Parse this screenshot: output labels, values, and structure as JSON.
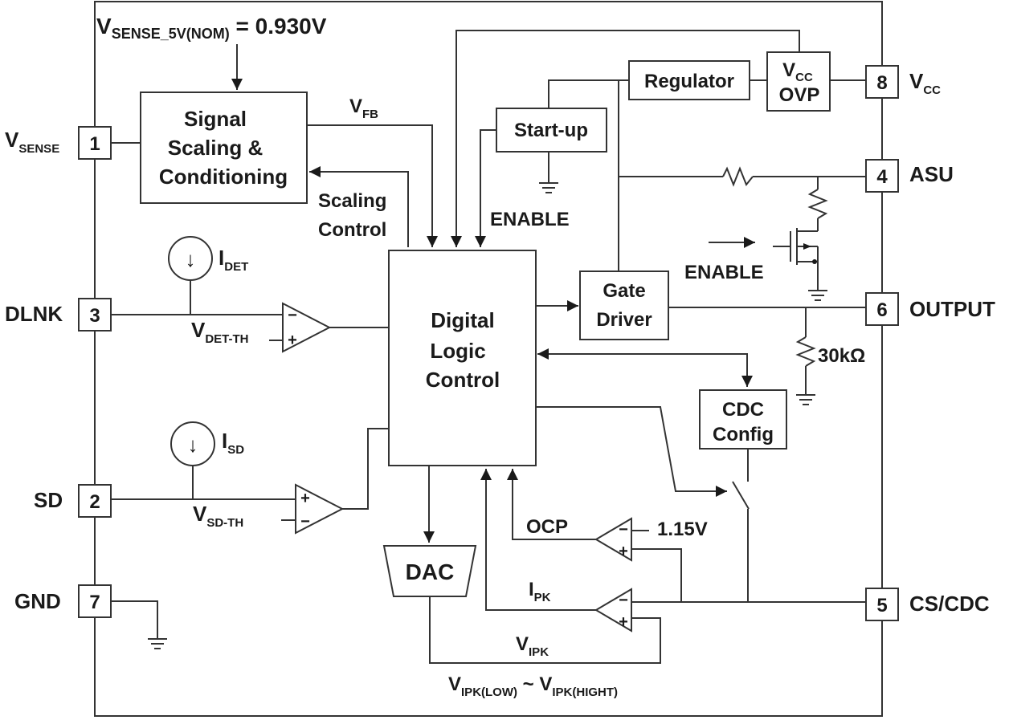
{
  "header": {
    "main": "V",
    "sub": "SENSE_5V(NOM)",
    "tail": " = 0.930V"
  },
  "blocks": {
    "signal_scaling": [
      "Signal",
      "Scaling &",
      "Conditioning"
    ],
    "regulator": "Regulator",
    "vcc_ovp": {
      "main": "V",
      "sub": "CC",
      "line2": "OVP"
    },
    "startup": "Start-up",
    "digital_logic": [
      "Digital",
      "Logic",
      "Control"
    ],
    "gate_driver": [
      "Gate",
      "Driver"
    ],
    "cdc_config": [
      "CDC",
      "Config"
    ],
    "dac": "DAC"
  },
  "pins": {
    "vsense": {
      "num": "1",
      "label": "V",
      "sub": "SENSE"
    },
    "dlnk": {
      "num": "3",
      "label": "DLNK"
    },
    "sd": {
      "num": "2",
      "label": "SD"
    },
    "gnd": {
      "num": "7",
      "label": "GND"
    },
    "vcc": {
      "num": "8",
      "label": "V",
      "sub": "CC"
    },
    "asu": {
      "num": "4",
      "label": "ASU"
    },
    "output": {
      "num": "6",
      "label": "OUTPUT"
    },
    "cscdc": {
      "num": "5",
      "label": "CS/CDC"
    }
  },
  "signals": {
    "vfb": {
      "main": "V",
      "sub": "FB"
    },
    "scaling_control": [
      "Scaling",
      "Control"
    ],
    "enable_top": "ENABLE",
    "enable_fet": "ENABLE",
    "idet": {
      "main": "I",
      "sub": "DET"
    },
    "vdet_th": {
      "main": "V",
      "sub": "DET-TH"
    },
    "isd": {
      "main": "I",
      "sub": "SD"
    },
    "vsd_th": {
      "main": "V",
      "sub": "SD-TH"
    },
    "ocp": "OCP",
    "ref_115": "1.15V",
    "ipk": {
      "main": "I",
      "sub": "PK"
    },
    "vipk": {
      "main": "V",
      "sub": "IPK"
    },
    "vipk_range": {
      "main1": "V",
      "sub1": "IPK(LOW)",
      "tilde": " ~ ",
      "main2": "V",
      "sub2": "IPK(HIGHT)"
    },
    "resistor": "30kΩ"
  },
  "comparator_signs": {
    "minus": "−",
    "plus": "+"
  },
  "current_source_arrow": "↓"
}
